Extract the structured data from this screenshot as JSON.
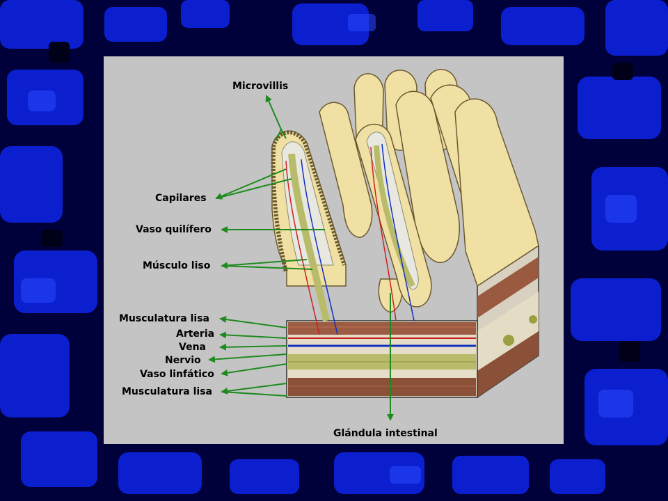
{
  "diagram": {
    "labels": {
      "microvillis": "Microvillis",
      "capilares": "Capilares",
      "vaso_quilifero": "Vaso quilífero",
      "musculo_liso": "Músculo liso",
      "musculatura_lisa_1": "Musculatura lisa",
      "arteria": "Arteria",
      "vena": "Vena",
      "nervio": "Nervio",
      "vaso_linfatico": "Vaso linfático",
      "musculatura_lisa_2": "Musculatura lisa",
      "glandula_intestinal": "Glándula intestinal"
    }
  },
  "colors": {
    "background_dark": "#00003a",
    "background_blue": "#0a1fd0",
    "panel": "#c4c4c4",
    "pointer_arrow": "#1e8a1e",
    "villus_fill": "#f0e0a4",
    "artery": "#cc2020",
    "vein": "#1030c0",
    "lacteal": "#b0b860"
  }
}
